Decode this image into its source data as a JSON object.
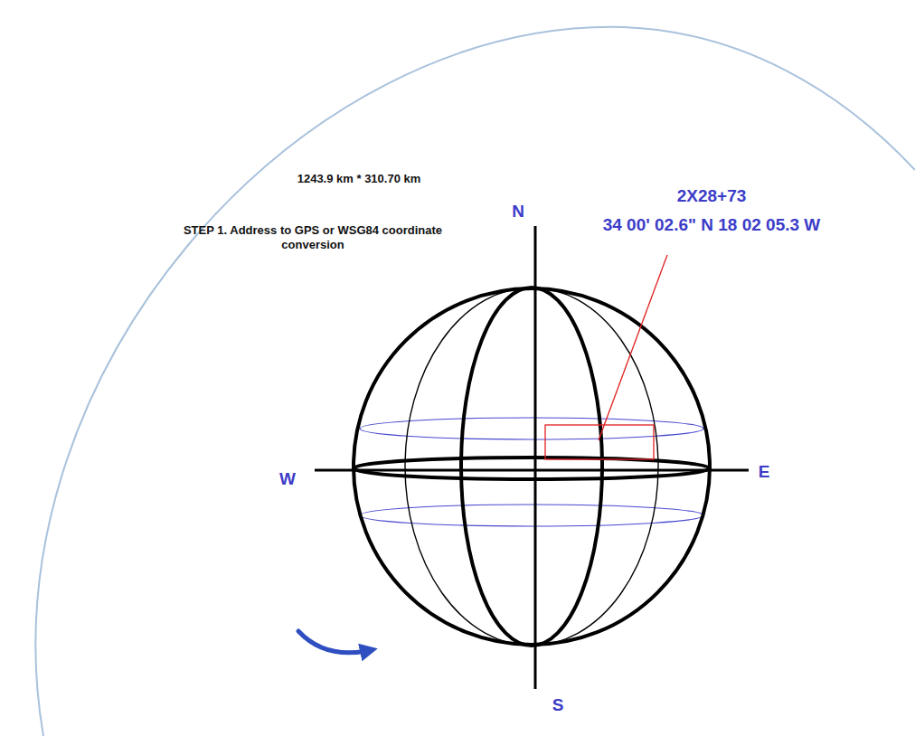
{
  "diagram": {
    "labels": [
      "1243.9 km * 310.70 km",
      "STEP 1. Address to GPS or WSG84 coordinate conversion",
      "N",
      "W",
      "E",
      "S",
      "2X28+73",
      "34 00' 02.6\" N 18 02 05.3 W"
    ]
  }
}
